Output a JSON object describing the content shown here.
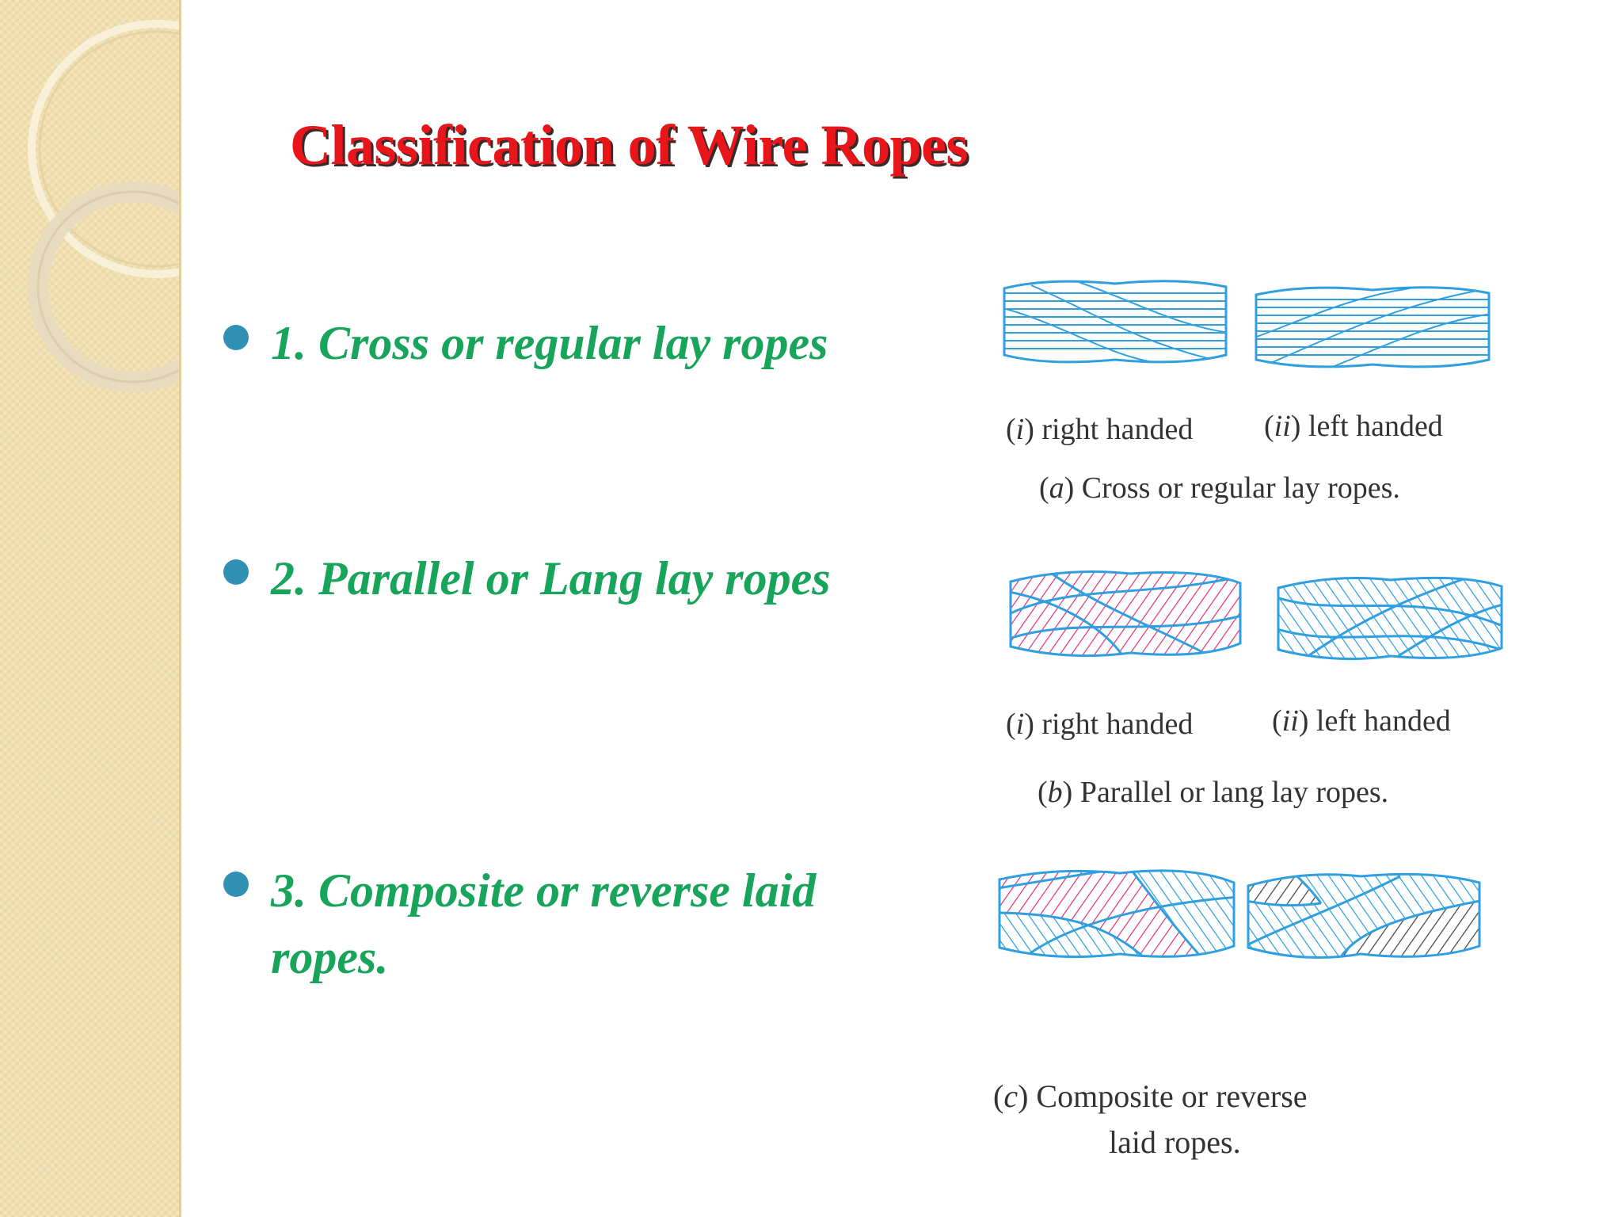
{
  "slide": {
    "title": "Classification of Wire Ropes",
    "items": [
      {
        "text": "1. Cross or regular lay ropes"
      },
      {
        "text": "2. Parallel or Lang lay ropes"
      },
      {
        "text": "3. Composite or reverse laid ropes."
      }
    ]
  },
  "figures": {
    "a": {
      "right": {
        "prefix": "(",
        "roman": "i",
        "suffix": ") right handed"
      },
      "left": {
        "prefix": "(",
        "roman": "ii",
        "suffix": ") left handed"
      },
      "caption": {
        "prefix": "(",
        "letter": "a",
        "suffix": ") Cross or regular lay ropes."
      }
    },
    "b": {
      "right": {
        "prefix": "(",
        "roman": "i",
        "suffix": ") right handed"
      },
      "left": {
        "prefix": "(",
        "roman": "ii",
        "suffix": ") left handed"
      },
      "caption": {
        "prefix": "(",
        "letter": "b",
        "suffix": ") Parallel or lang lay ropes."
      }
    },
    "c": {
      "caption": {
        "prefix": "(",
        "letter": "c",
        "line1": ") Composite or reverse",
        "line2": "laid ropes."
      }
    }
  },
  "colors": {
    "title": "#e8161a",
    "item_text": "#18a45a",
    "bullet": "#3191b5",
    "rope_blue": "#2f9fe0",
    "rope_pink": "#e0357e",
    "rope_dark": "#444444",
    "sidebar": "#f1dfaf"
  }
}
